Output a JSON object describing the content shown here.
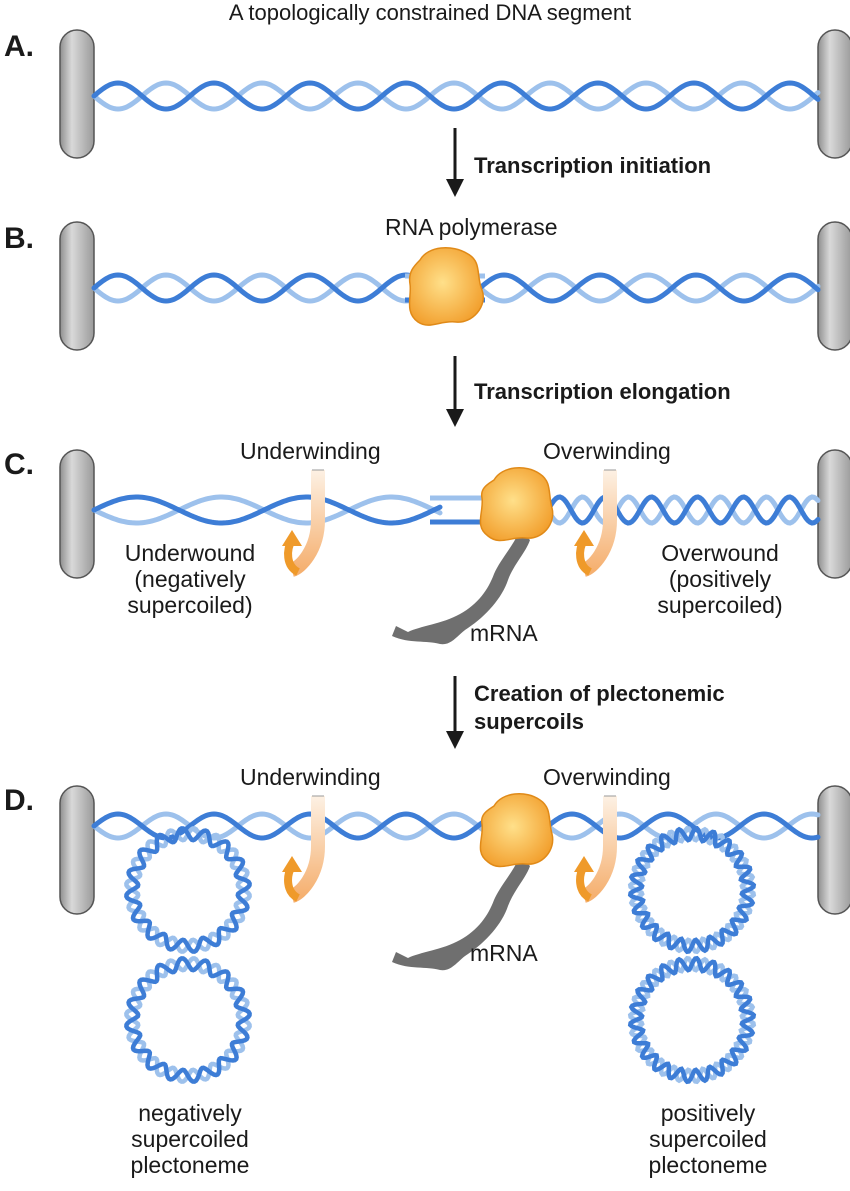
{
  "title": "A topologically constrained DNA segment",
  "panels": {
    "a": "A.",
    "b": "B.",
    "c": "C.",
    "d": "D."
  },
  "steps": {
    "initiation": "Transcription initiation",
    "elongation": "Transcription elongation",
    "plectonemic_line1": "Creation of plectonemic",
    "plectonemic_line2": "supercoils"
  },
  "labels": {
    "rna_polymerase": "RNA polymerase",
    "underwinding": "Underwinding",
    "overwinding": "Overwinding",
    "underwound": [
      "Underwound",
      "(negatively",
      "supercoiled)"
    ],
    "overwound": [
      "Overwound",
      "(positively",
      "supercoiled)"
    ],
    "mrna": "mRNA",
    "neg_plectoneme": [
      "negatively",
      "supercoiled",
      "plectoneme"
    ],
    "pos_plectoneme": [
      "positively",
      "supercoiled",
      "plectoneme"
    ]
  },
  "colors": {
    "strand_dark": "#3d7dd6",
    "strand_light": "#9dc1ec",
    "barrier": "#b5b5b5",
    "polymerase": "#f4a83a",
    "mrna": "#6f6f6f",
    "arrow": "#ef9a2a"
  }
}
